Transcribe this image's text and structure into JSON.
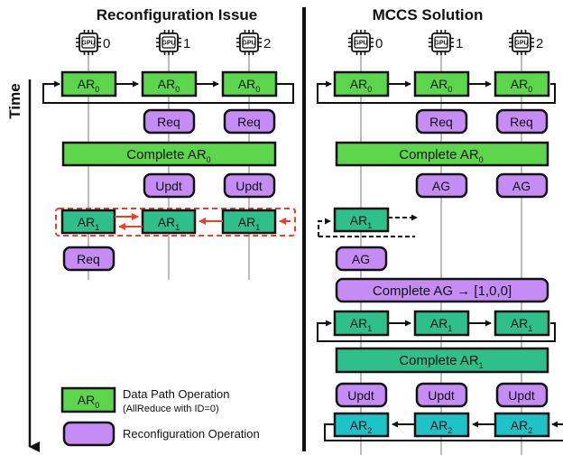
{
  "left": {
    "title": "Reconfiguration Issue",
    "gpus": [
      "0",
      "1",
      "2"
    ],
    "row1": {
      "base": "AR",
      "sub": "0"
    },
    "req": "Req",
    "complete": {
      "base": "Complete AR",
      "sub": "0"
    },
    "updt": "Updt",
    "row2": {
      "base": "AR",
      "sub": "1"
    },
    "req2": "Req"
  },
  "right": {
    "title": "MCCS Solution",
    "gpus": [
      "0",
      "1",
      "2"
    ],
    "row1": {
      "base": "AR",
      "sub": "0"
    },
    "req": "Req",
    "complete0": {
      "base": "Complete AR",
      "sub": "0"
    },
    "ag": "AG",
    "row2": {
      "base": "AR",
      "sub": "1"
    },
    "ag2": "AG",
    "completeAg": "Complete AG → [1,0,0]",
    "row3": {
      "base": "AR",
      "sub": "1"
    },
    "complete1": {
      "base": "Complete AR",
      "sub": "1"
    },
    "updt": "Updt",
    "row4": {
      "base": "AR",
      "sub": "2"
    }
  },
  "gpu_chip": "GPU",
  "time_label": "Time",
  "legend": {
    "sample": {
      "base": "AR",
      "sub": "0"
    },
    "data_path": "Data Path Operation",
    "data_path_note": "(AllReduce with ID=0)",
    "reconfig": "Reconfiguration Operation"
  },
  "colors": {
    "green": "#5cd64b",
    "teal": "#2fbf8c",
    "cyan": "#1ec3c8",
    "purple": "#c58cf5",
    "red": "#e8412c",
    "gray": "#bdbdbd",
    "black": "#111111"
  }
}
